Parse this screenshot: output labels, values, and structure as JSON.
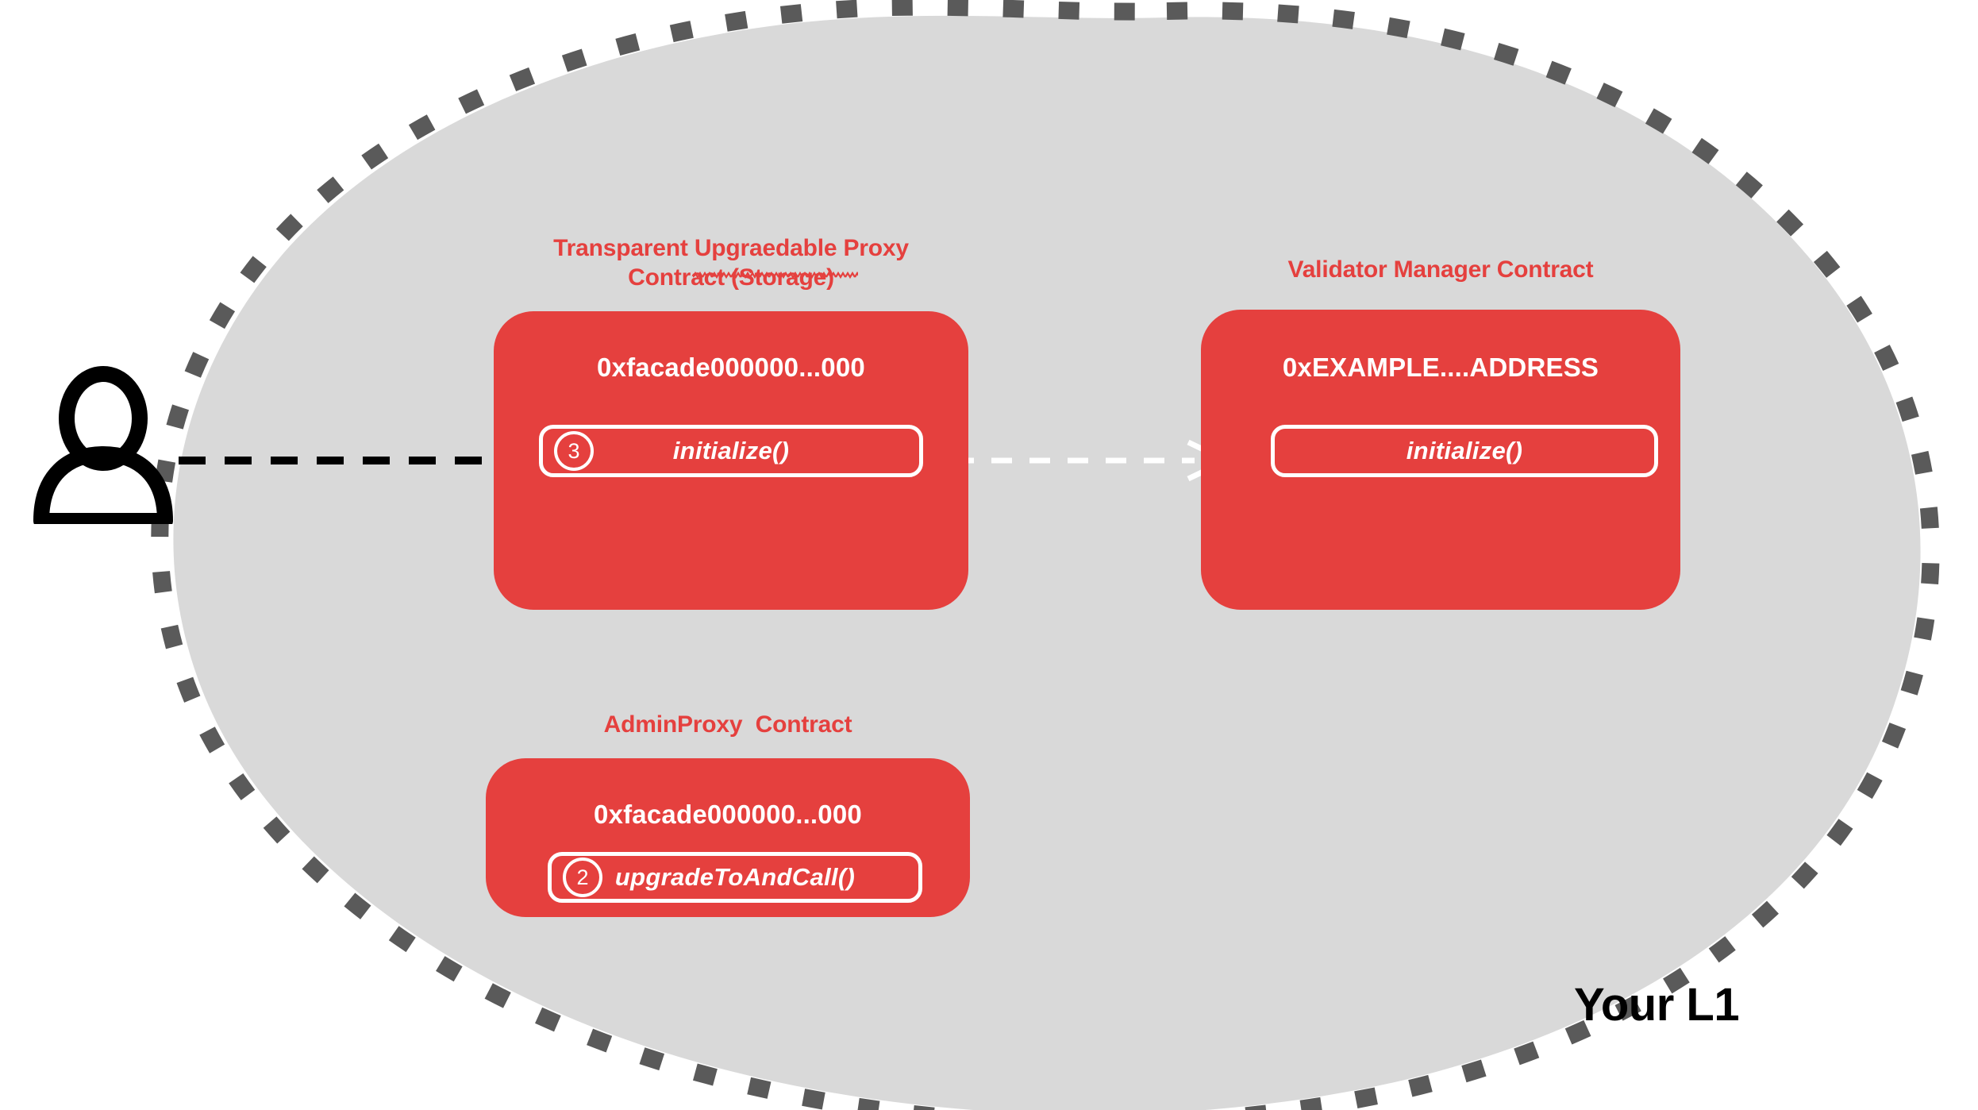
{
  "diagram": {
    "region_label": "Your L1",
    "actor": {
      "icon": "user-person-icon"
    },
    "colors": {
      "contract_red": "#e5403e",
      "region_fill": "#d9d9d9",
      "region_border": "#5a5a5a",
      "text_white": "#ffffff",
      "text_black": "#000000"
    },
    "cards": [
      {
        "id": "transparent-upgradeable-proxy",
        "title": "Transparent Upgraedable Proxy\nContract (Storage)",
        "title_misspelled_word": "Upgraedable",
        "address": "0xfacade000000...000",
        "functions": [
          {
            "step": "3",
            "name": "initialize()"
          }
        ]
      },
      {
        "id": "validator-manager",
        "title": "Validator Manager Contract",
        "address": "0xEXAMPLE....ADDRESS",
        "functions": [
          {
            "step": "",
            "name": "initialize()"
          }
        ]
      },
      {
        "id": "admin-proxy",
        "title": "AdminProxy  Contract",
        "address": "0xfacade000000...000",
        "functions": [
          {
            "step": "2",
            "name": "upgradeToAndCall()"
          }
        ]
      }
    ],
    "connections": [
      {
        "id": "user-to-proxy",
        "from": "user-actor",
        "to": "transparent-upgradeable-proxy.initialize()",
        "style": "dashed",
        "color": "#000000"
      },
      {
        "id": "proxy-to-validator-manager",
        "from": "transparent-upgradeable-proxy.initialize()",
        "to": "validator-manager.initialize()",
        "style": "dashed",
        "color": "#ffffff"
      }
    ]
  }
}
